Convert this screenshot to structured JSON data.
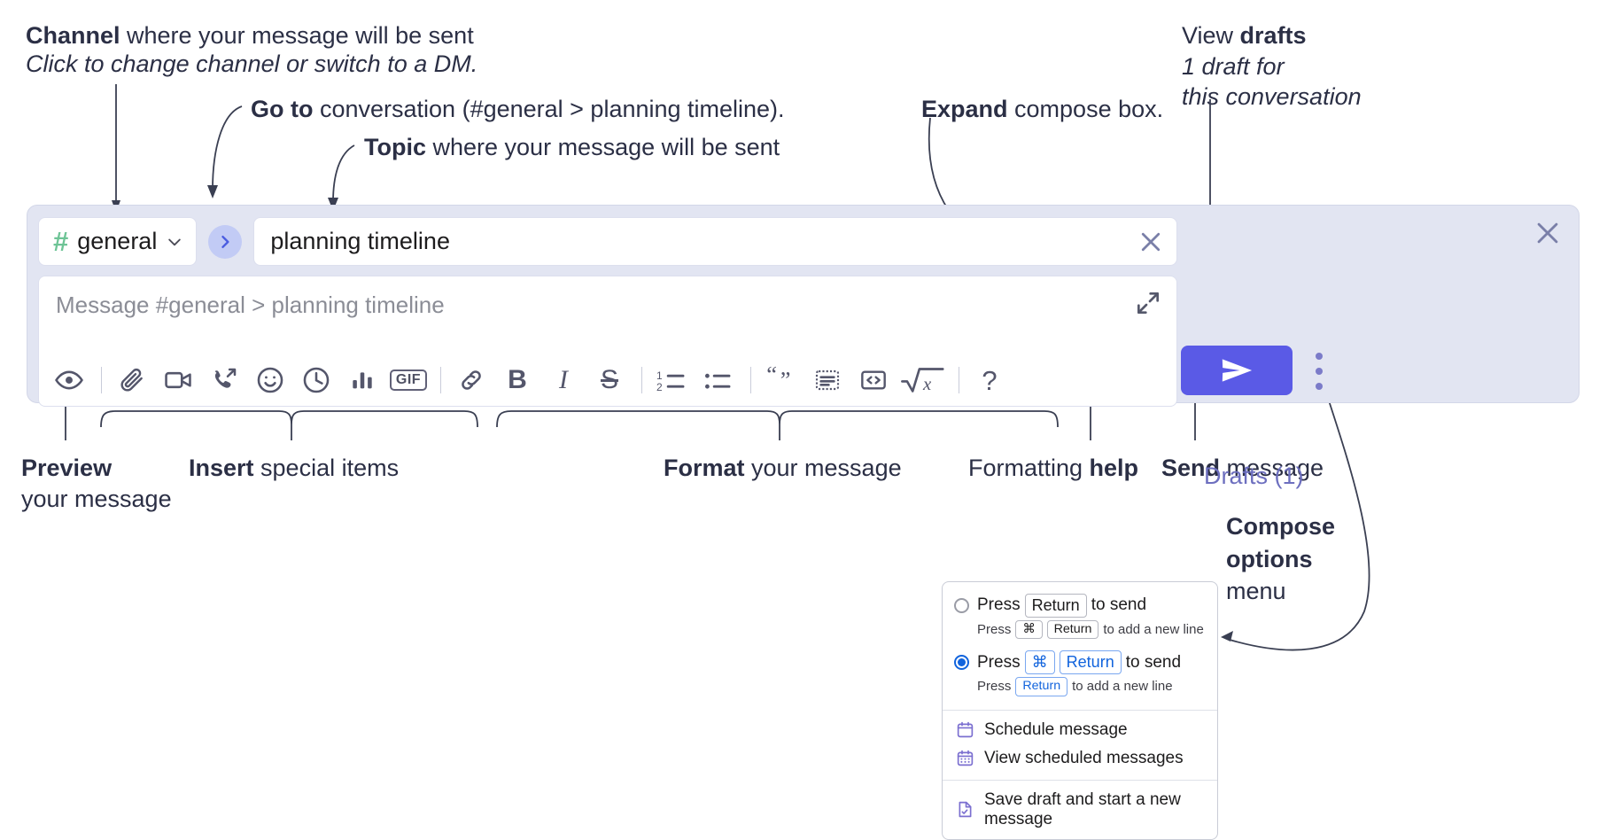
{
  "annotations": {
    "channel": {
      "title_bold": "Channel",
      "title_rest": " where your message will be sent",
      "sub": "Click to change channel or switch to a DM."
    },
    "goto": {
      "bold": "Go to",
      "rest": " conversation (#general > planning timeline)."
    },
    "topic": {
      "bold": "Topic",
      "rest": " where your message will be sent"
    },
    "expand": {
      "bold": "Expand",
      "rest": " compose box."
    },
    "drafts": {
      "line1_rest": "View ",
      "line1_bold": "drafts",
      "line2": "1 draft for",
      "line3": "this conversation"
    },
    "preview": {
      "bold": "Preview",
      "line2": "your message"
    },
    "insert": {
      "bold": "Insert",
      "rest": " special items"
    },
    "format": {
      "bold": "Format",
      "rest": " your message"
    },
    "help": {
      "rest": "Formatting ",
      "bold": "help"
    },
    "send": {
      "bold": "Send",
      "rest": " message"
    },
    "compose_options": {
      "line1": "Compose",
      "line2": "options",
      "line3": "menu"
    }
  },
  "compose": {
    "channel": {
      "hash": "#",
      "name": "general",
      "chevron_icon": "chevron-down-icon"
    },
    "goto_icon": "chevron-right-icon",
    "topic": {
      "value": "planning timeline",
      "clear_icon": "close-icon"
    },
    "message": {
      "placeholder": "Message #general > planning timeline",
      "expand_icon": "expand-diagonal-icon"
    },
    "toolbar_groups": [
      {
        "name": "preview",
        "items": [
          {
            "name": "preview-eye-icon",
            "label": "Preview"
          }
        ]
      },
      {
        "name": "insert",
        "items": [
          {
            "name": "attachment-paperclip-icon",
            "label": "Attach file"
          },
          {
            "name": "video-camera-icon",
            "label": "Video clip"
          },
          {
            "name": "audio-call-icon",
            "label": "Audio clip"
          },
          {
            "name": "emoji-icon",
            "label": "Emoji"
          },
          {
            "name": "clock-icon",
            "label": "Recent"
          },
          {
            "name": "poll-bar-chart-icon",
            "label": "Poll"
          },
          {
            "name": "gif-icon",
            "label": "GIF"
          }
        ]
      },
      {
        "name": "format",
        "items": [
          {
            "name": "link-icon",
            "label": "Link"
          },
          {
            "name": "bold-icon",
            "label": "B"
          },
          {
            "name": "italic-icon",
            "label": "I"
          },
          {
            "name": "strikethrough-icon",
            "label": "S"
          },
          {
            "name": "ordered-list-icon",
            "label": "Ordered list"
          },
          {
            "name": "bulleted-list-icon",
            "label": "Bulleted list"
          },
          {
            "name": "blockquote-icon",
            "label": "Blockquote"
          },
          {
            "name": "code-inline-icon",
            "label": "Code"
          },
          {
            "name": "code-block-icon",
            "label": "Code block"
          },
          {
            "name": "math-sqrt-icon",
            "label": "Math"
          }
        ]
      },
      {
        "name": "help",
        "items": [
          {
            "name": "formatting-help-icon",
            "label": "?"
          }
        ]
      }
    ],
    "drafts_label": "Drafts (1)",
    "close_icon": "close-icon",
    "send_icon": "send-paper-plane-icon",
    "kebab_icon": "more-options-vertical-dots-icon"
  },
  "options_menu": {
    "radios": [
      {
        "selected": false,
        "main_pre": "Press",
        "main_key": "Return",
        "main_post": "to send",
        "sub_pre": "Press",
        "sub_key1": "⌘",
        "sub_key2": "Return",
        "sub_post": "to add a new line",
        "highlight": false
      },
      {
        "selected": true,
        "main_pre": "Press",
        "main_key1": "⌘",
        "main_key2": "Return",
        "main_post": "to send",
        "sub_pre": "Press",
        "sub_key": "Return",
        "sub_post": "to add a new line",
        "highlight": true
      }
    ],
    "items": [
      {
        "icon": "calendar-schedule-icon",
        "label": "Schedule message"
      },
      {
        "icon": "calendar-view-icon",
        "label": "View scheduled messages"
      },
      {
        "icon": "save-draft-icon",
        "label": "Save draft and start a new message"
      }
    ]
  },
  "colors": {
    "accent_purple": "#5a5ae6",
    "drafts_text": "#6d6fbf",
    "channel_hash_green": "#6ec496",
    "goto_bg": "#c2cbf5",
    "widget_bg": "#e2e5f2",
    "radio_blue": "#1264dd",
    "menu_icon_purple": "#7b6fd0"
  }
}
